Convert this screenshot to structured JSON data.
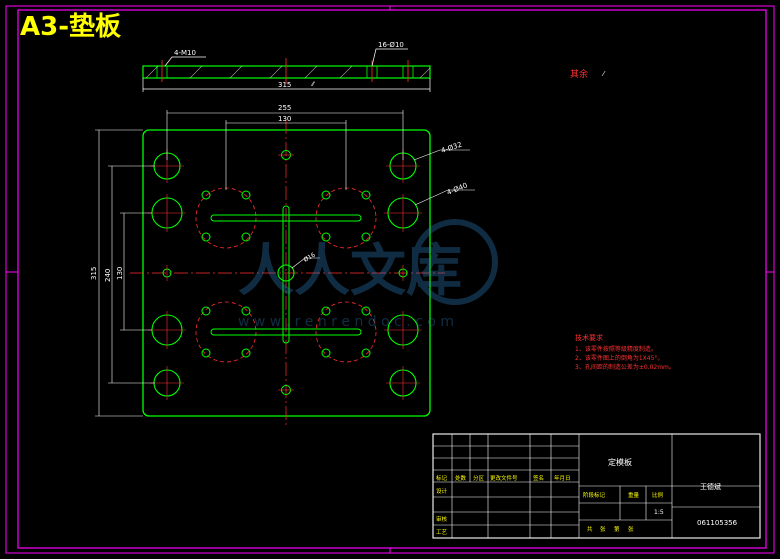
{
  "page": {
    "title": "A3-垫板"
  },
  "top_view": {
    "thread_label": "4-M10",
    "holes_label": "16-Ø10",
    "width_dim": "315"
  },
  "roughness": {
    "label": "其余"
  },
  "plan_view": {
    "dim_255": "255",
    "dim_130_top": "130",
    "dim_315_left": "315",
    "dim_240": "240",
    "dim_130_left": "130",
    "label_4_phi32": "4-Ø32",
    "label_4_phi40": "4-Ø40",
    "label_phi16": "Ø16"
  },
  "tech_notes": {
    "heading": "技术要求",
    "items": [
      "1、该零件按照等级精度制造。",
      "2、该零件图上的倒角为1X45°。",
      "3、孔间距的制造公差为±0.02mm。"
    ]
  },
  "title_block": {
    "part_name": "定模板",
    "designer": "王德斌",
    "scale": "1:5",
    "drawing_no": "061105356",
    "row_labels_top": [
      "标记",
      "处数",
      "分区",
      "更改文件号",
      "签名",
      "年月日"
    ],
    "row_labels_left": [
      "设计",
      "",
      "审核",
      "工艺"
    ],
    "stage_labels": [
      "阶段标记",
      "重量",
      "比例"
    ],
    "sheet_labels": [
      "共",
      "张",
      "第",
      "张"
    ]
  },
  "watermark": {
    "brand": "人人文库",
    "url": "w w w . r e n r e n d o c . c o m"
  },
  "colors": {
    "frame": "#ff00ff",
    "outline": "#00ff00",
    "center": "#ff3030",
    "dimension": "#ffffff",
    "title": "#ffff00",
    "notes": "#ff3030"
  }
}
